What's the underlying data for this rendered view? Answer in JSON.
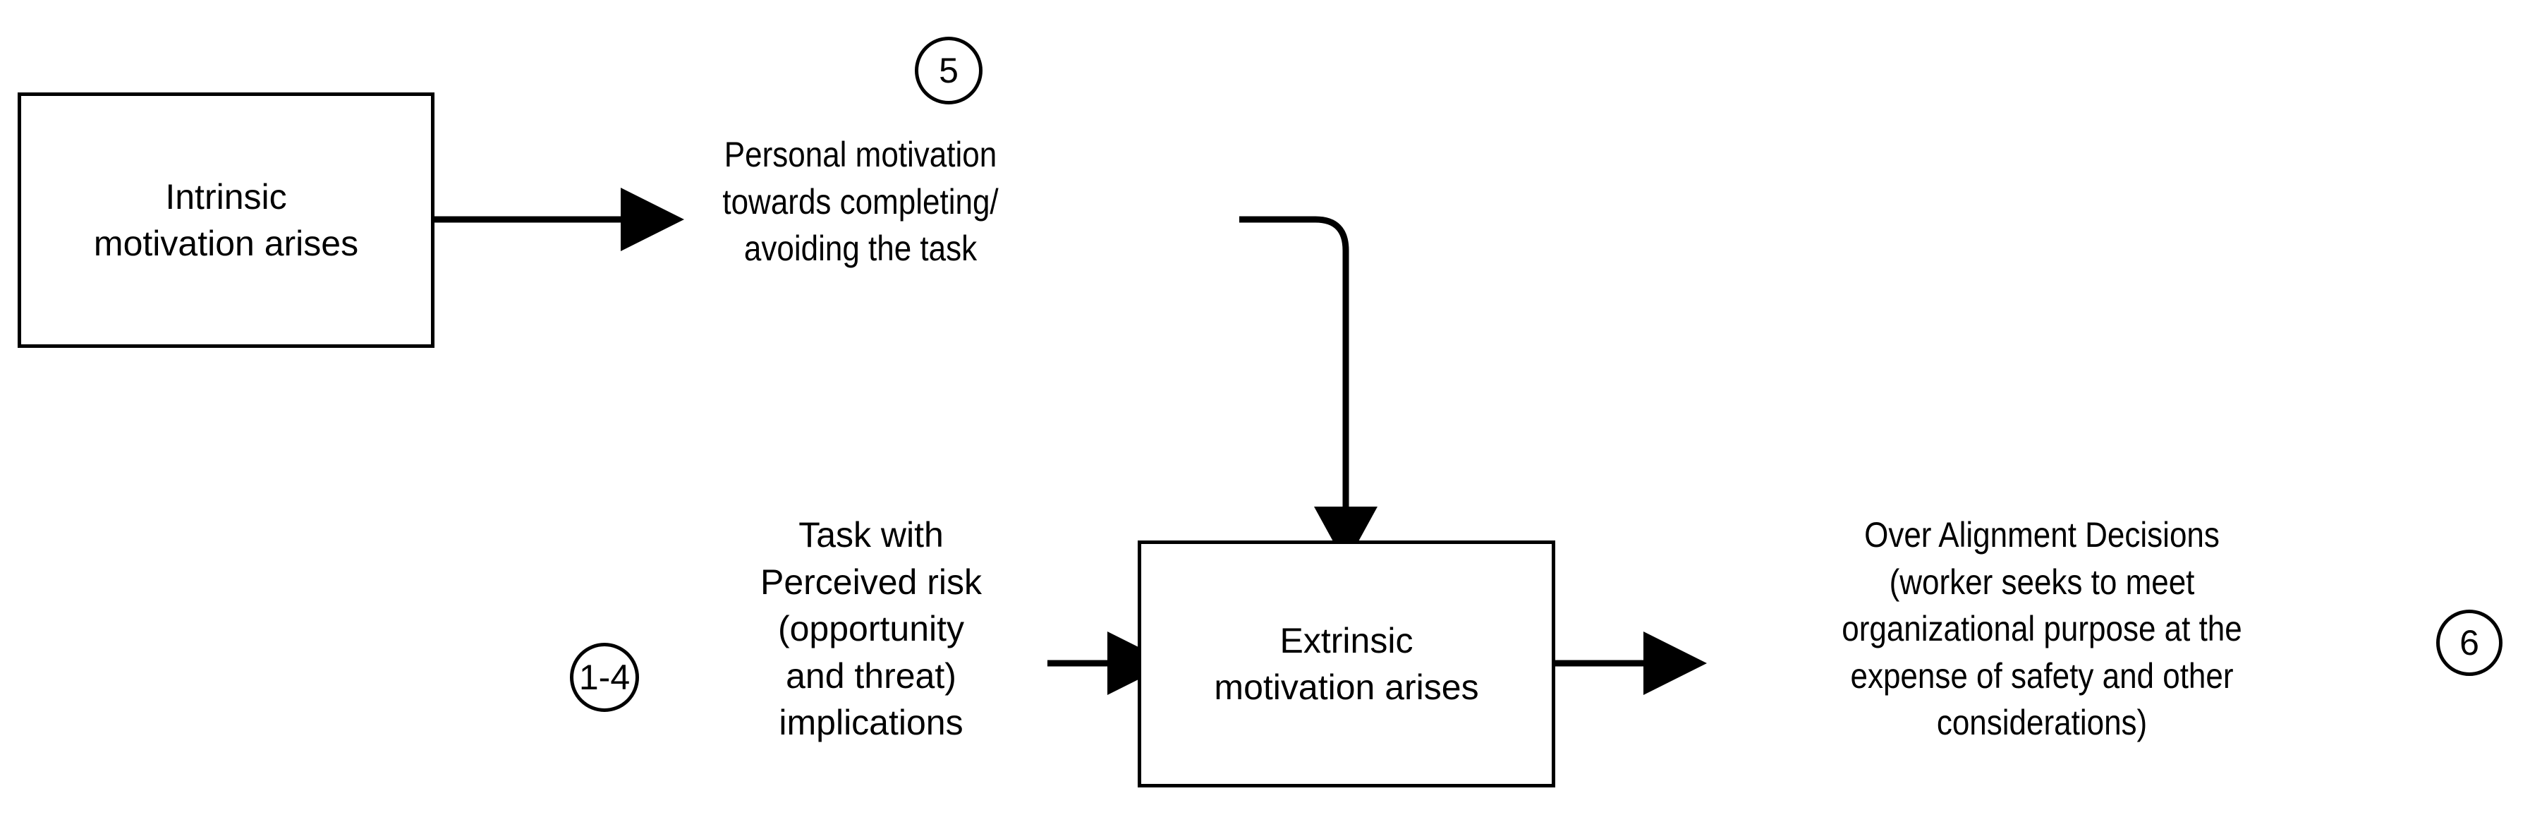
{
  "diagram": {
    "title": "Motivation and Over Alignment Decisions Flow",
    "background_color": "#ffffff",
    "stroke_color": "#000000",
    "nodes": {
      "intrinsic_box": {
        "label": "Intrinsic\nmotivation arises"
      },
      "extrinsic_box": {
        "label": "Extrinsic\nmotivation arises"
      }
    },
    "texts": {
      "personal_motivation": "Personal motivation\ntowards completing/\navoiding the task",
      "task_risk": "Task with\nPerceived  risk\n(opportunity\nand threat)\nimplications",
      "over_alignment": "Over Alignment Decisions\n(worker seeks to meet\norganizational purpose at the\nexpense of safety and other\nconsiderations)"
    },
    "step_markers": {
      "marker_5": "5",
      "marker_1_4": "1-4",
      "marker_6": "6"
    },
    "connectors": {
      "intrinsic_to_personal": "arrow-right",
      "personal_to_extrinsic": "elbow-arrow-down",
      "task_to_extrinsic": "arrow-right",
      "extrinsic_to_over_alignment": "arrow-right"
    }
  }
}
